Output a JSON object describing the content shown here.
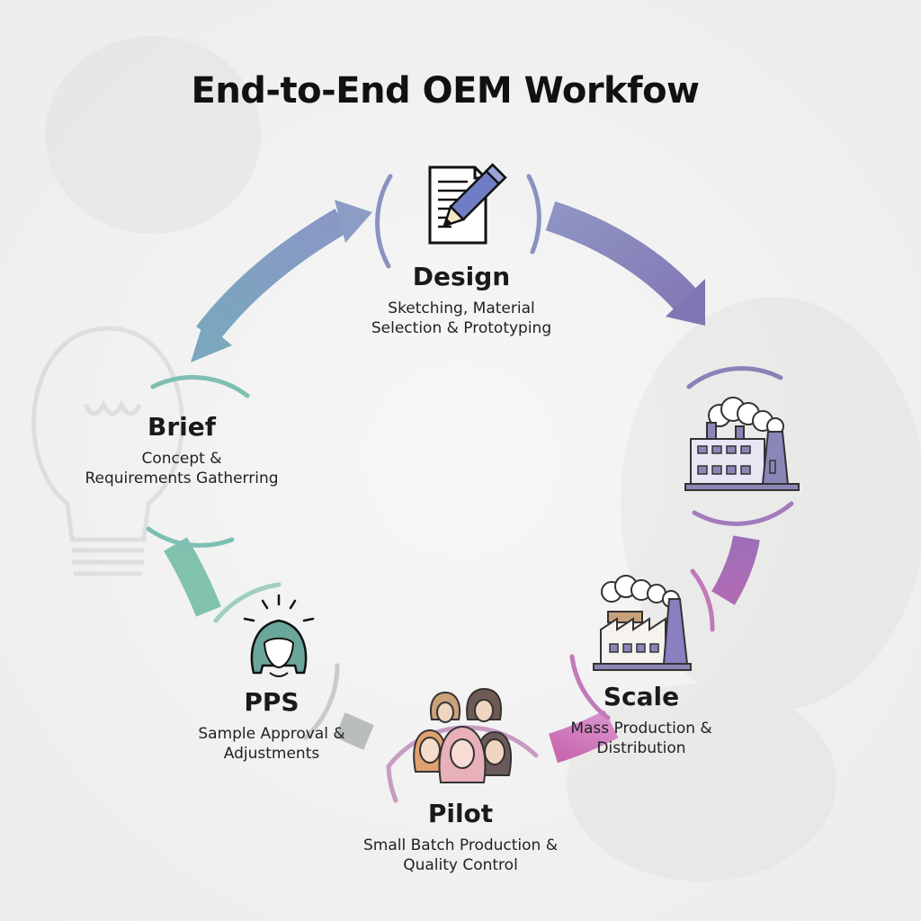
{
  "title": "End-to-End OEM Workfow",
  "stages": [
    {
      "id": "design",
      "title": "Design",
      "description": "Sketching, Material\nSelection & Prototyping",
      "icon": "document-pencil-icon"
    },
    {
      "id": "brief",
      "title": "Brief",
      "description": "Concept &\nRequirements Gatherring",
      "icon": "none"
    },
    {
      "id": "pps",
      "title": "PPS",
      "description": "Sample Approval &\nAdjustments",
      "icon": "woman-portrait-icon"
    },
    {
      "id": "pilot",
      "title": "Pilot",
      "description": "Small Batch Production &\nQuality Control",
      "icon": "group-of-women-icon"
    },
    {
      "id": "scale",
      "title": "Scale",
      "description": "Mass Production &\nDistribution",
      "icon": "factory-icon"
    },
    {
      "id": "production",
      "title": "",
      "description": "",
      "icon": "large-factory-icon"
    }
  ],
  "colors": {
    "blue": "#7e9fc0",
    "purple": "#8a7fb8",
    "violet": "#a866b5",
    "magenta": "#c06aa8",
    "teal": "#7fc1ac",
    "grey": "#b8bcbc",
    "icon_fill": "#8b86b8",
    "hair_teal": "#6aa69a"
  }
}
